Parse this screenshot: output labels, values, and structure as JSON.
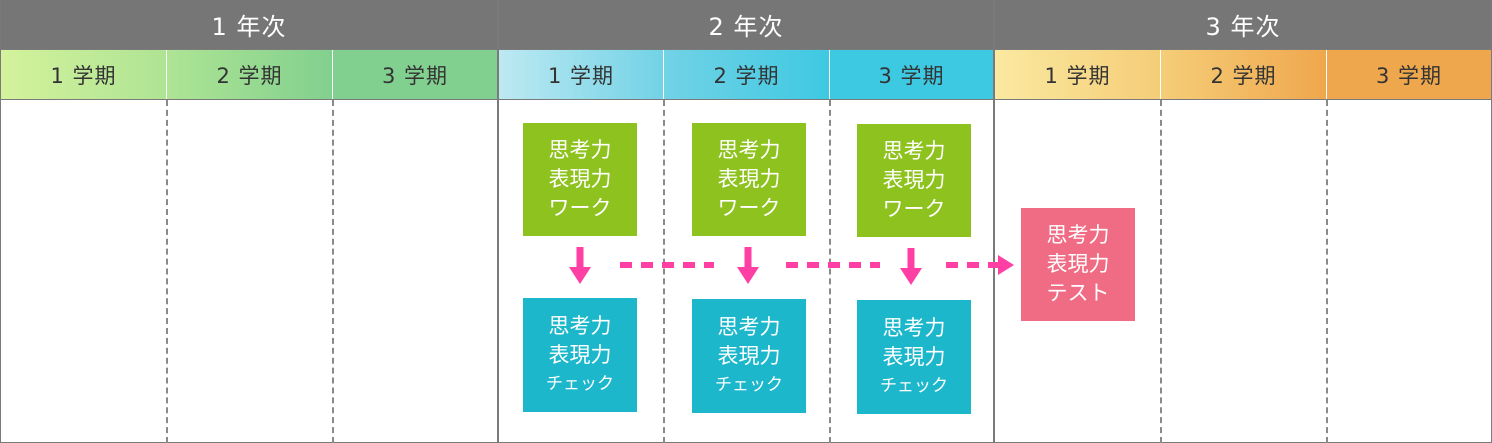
{
  "years": [
    {
      "label": "1 年次",
      "color": "#767676"
    },
    {
      "label": "2 年次",
      "color": "#767676"
    },
    {
      "label": "3 年次",
      "color": "#767676"
    }
  ],
  "terms": [
    {
      "label": "1 学期",
      "color": "#d4f29c"
    },
    {
      "label": "2 学期",
      "color": "#aee494"
    },
    {
      "label": "3 学期",
      "color": "#82d08f"
    },
    {
      "label": "1 学期",
      "color": "#bde9f2"
    },
    {
      "label": "2 学期",
      "color": "#72d2e6"
    },
    {
      "label": "3 学期",
      "color": "#3ec9e2"
    },
    {
      "label": "1 学期",
      "color": "#fae9a0"
    },
    {
      "label": "2 学期",
      "color": "#f5cd78"
    },
    {
      "label": "3 学期",
      "color": "#efa74d"
    }
  ],
  "work_boxes": [
    {
      "lines": [
        "思考力",
        "表現力",
        "ワーク"
      ],
      "color": "#8ec21f"
    },
    {
      "lines": [
        "思考力",
        "表現力",
        "ワーク"
      ],
      "color": "#8ec21f"
    },
    {
      "lines": [
        "思考力",
        "表現力",
        "ワーク"
      ],
      "color": "#8ec21f"
    }
  ],
  "check_boxes": [
    {
      "lines": [
        "思考力",
        "表現力",
        "チェック"
      ],
      "color": "#1db7cc"
    },
    {
      "lines": [
        "思考力",
        "表現力",
        "チェック"
      ],
      "color": "#1db7cc"
    },
    {
      "lines": [
        "思考力",
        "表現力",
        "チェック"
      ],
      "color": "#1db7cc"
    }
  ],
  "test_box": {
    "lines": [
      "思考力",
      "表現力",
      "テスト"
    ],
    "color": "#ef6c84"
  },
  "arrow_color": "#ff3fa4"
}
